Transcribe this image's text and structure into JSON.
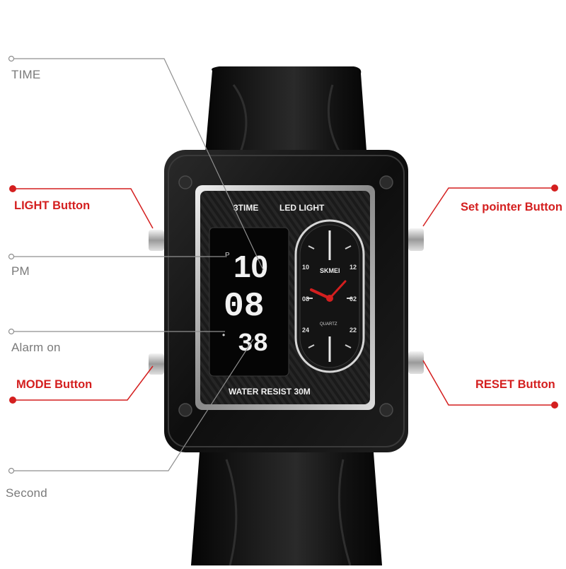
{
  "callouts": {
    "time": "TIME",
    "light_button": "LIGHT Button",
    "pm": "PM",
    "alarm_on": "Alarm on",
    "mode_button": "MODE Button",
    "second": "Second",
    "set_pointer_button": "Set pointer Button",
    "reset_button": "RESET Button"
  },
  "watch": {
    "top_left_label": "3TIME",
    "top_right_label": "LED LIGHT",
    "bottom_label": "WATER RESIST 30M",
    "brand": "SKMEI",
    "movement": "QUARTZ",
    "digital_hours": "10",
    "digital_minutes": "08",
    "digital_seconds": "38",
    "pm_indicator": "P",
    "alarm_indicator": "•",
    "dial_numbers": [
      "10",
      "12",
      "02",
      "08",
      "22",
      "24"
    ]
  },
  "colors": {
    "accent_red": "#d41f1f",
    "callout_grey": "#7a7a7a",
    "strap": "#0b0b0b",
    "case": "#141414",
    "bezel_silver": "#cfcfcf",
    "lcd_digits": "#f2f2f2"
  }
}
